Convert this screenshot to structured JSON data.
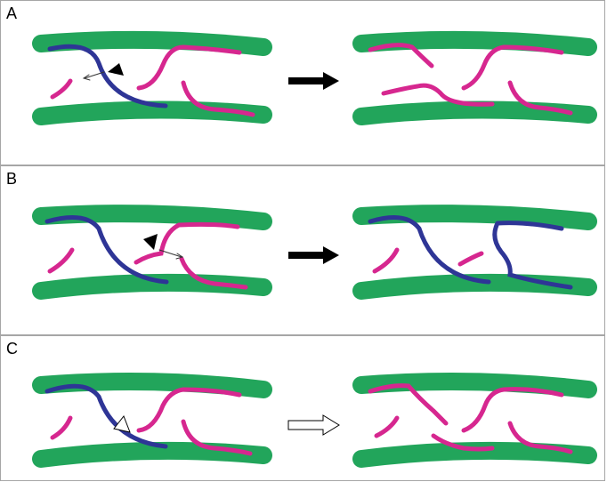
{
  "panels": [
    {
      "label": "A",
      "step_arrow": "filled-arrow",
      "site_marker": "filled-arrowhead-marker"
    },
    {
      "label": "B",
      "step_arrow": "filled-arrow",
      "site_marker": "filled-arrowhead-marker"
    },
    {
      "label": "C",
      "step_arrow": "outline-arrow",
      "site_marker": "outline-arrowhead-marker"
    }
  ],
  "colors": {
    "chromatid": "#22a55b",
    "pink_strand": "#d6278f",
    "blue_strand": "#2e3596",
    "panel_border": "#a6a6a6"
  }
}
